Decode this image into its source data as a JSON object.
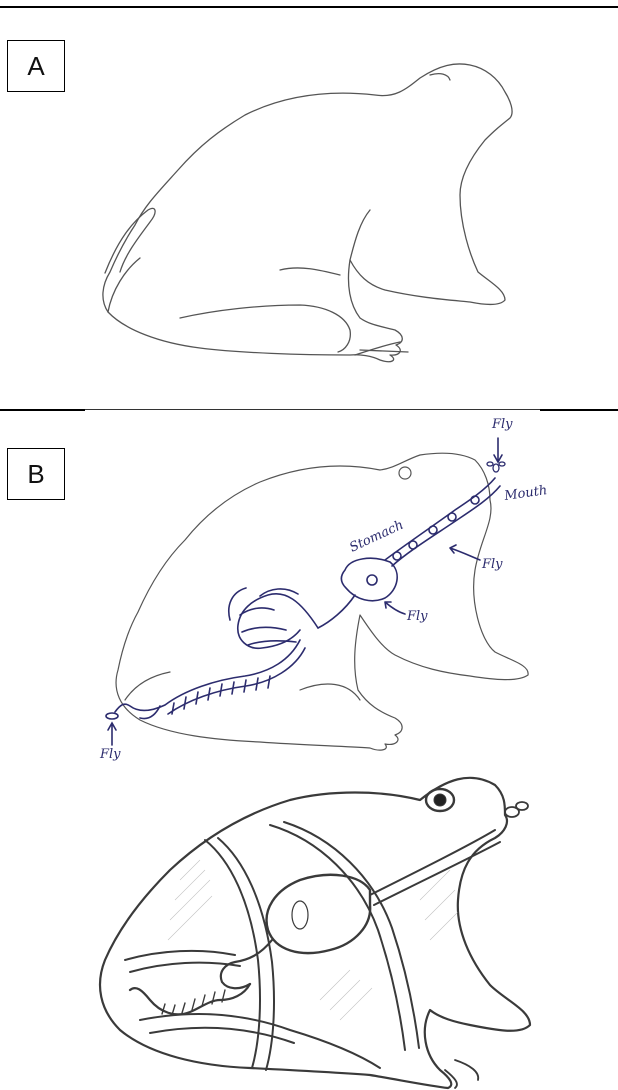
{
  "panels": [
    {
      "label": "A"
    },
    {
      "label": "B"
    }
  ],
  "annotations": {
    "fly_top": "Fly",
    "mouth": "Mouth",
    "stomach": "Stomach",
    "fly_throat": "Fly",
    "fly_stomach": "Fly",
    "fly_exit": "Fly"
  },
  "colors": {
    "rule": "#000000",
    "outline": "#555555",
    "ink": "#2c2c6e",
    "pencil": "#3a3a3a"
  }
}
